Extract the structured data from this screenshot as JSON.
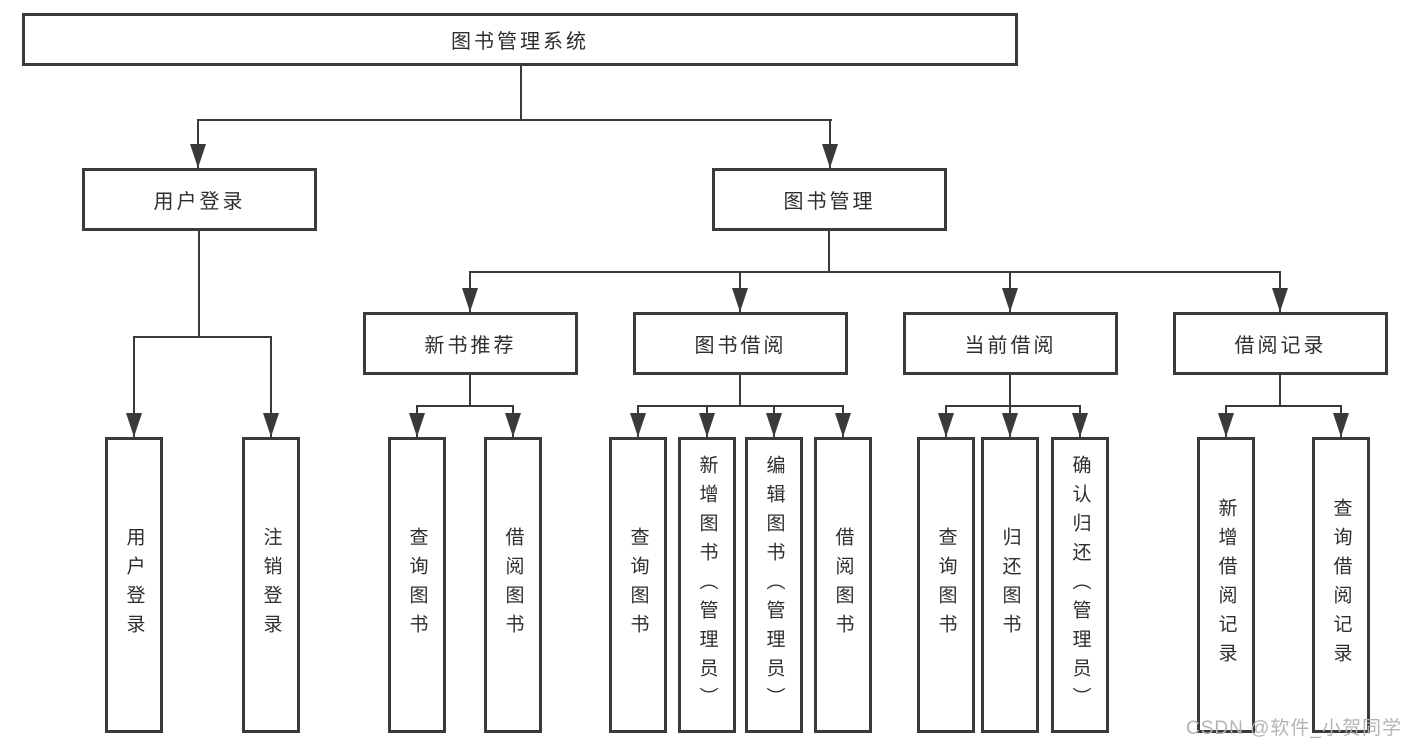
{
  "root": {
    "label": "图书管理系统"
  },
  "login_branch": {
    "label": "用户登录",
    "children": [
      {
        "label": "用户登录"
      },
      {
        "label": "注销登录"
      }
    ]
  },
  "management_branch": {
    "label": "图书管理",
    "groups": [
      {
        "label": "新书推荐",
        "children": [
          {
            "label": "查询图书"
          },
          {
            "label": "借阅图书"
          }
        ]
      },
      {
        "label": "图书借阅",
        "children": [
          {
            "label": "查询图书"
          },
          {
            "label": "新增图书（管理员）"
          },
          {
            "label": "编辑图书（管理员）"
          },
          {
            "label": "借阅图书"
          }
        ]
      },
      {
        "label": "当前借阅",
        "children": [
          {
            "label": "查询图书"
          },
          {
            "label": "归还图书"
          },
          {
            "label": "确认归还（管理员）"
          }
        ]
      },
      {
        "label": "借阅记录",
        "children": [
          {
            "label": "新增借阅记录"
          },
          {
            "label": "查询借阅记录"
          }
        ]
      }
    ]
  },
  "watermark": {
    "text": "CSDN @软件_小贺同学"
  },
  "colors": {
    "line": "#3a3a3a",
    "text": "#2e2e2e",
    "watermark": "#b4b4b4",
    "background": "#ffffff"
  }
}
